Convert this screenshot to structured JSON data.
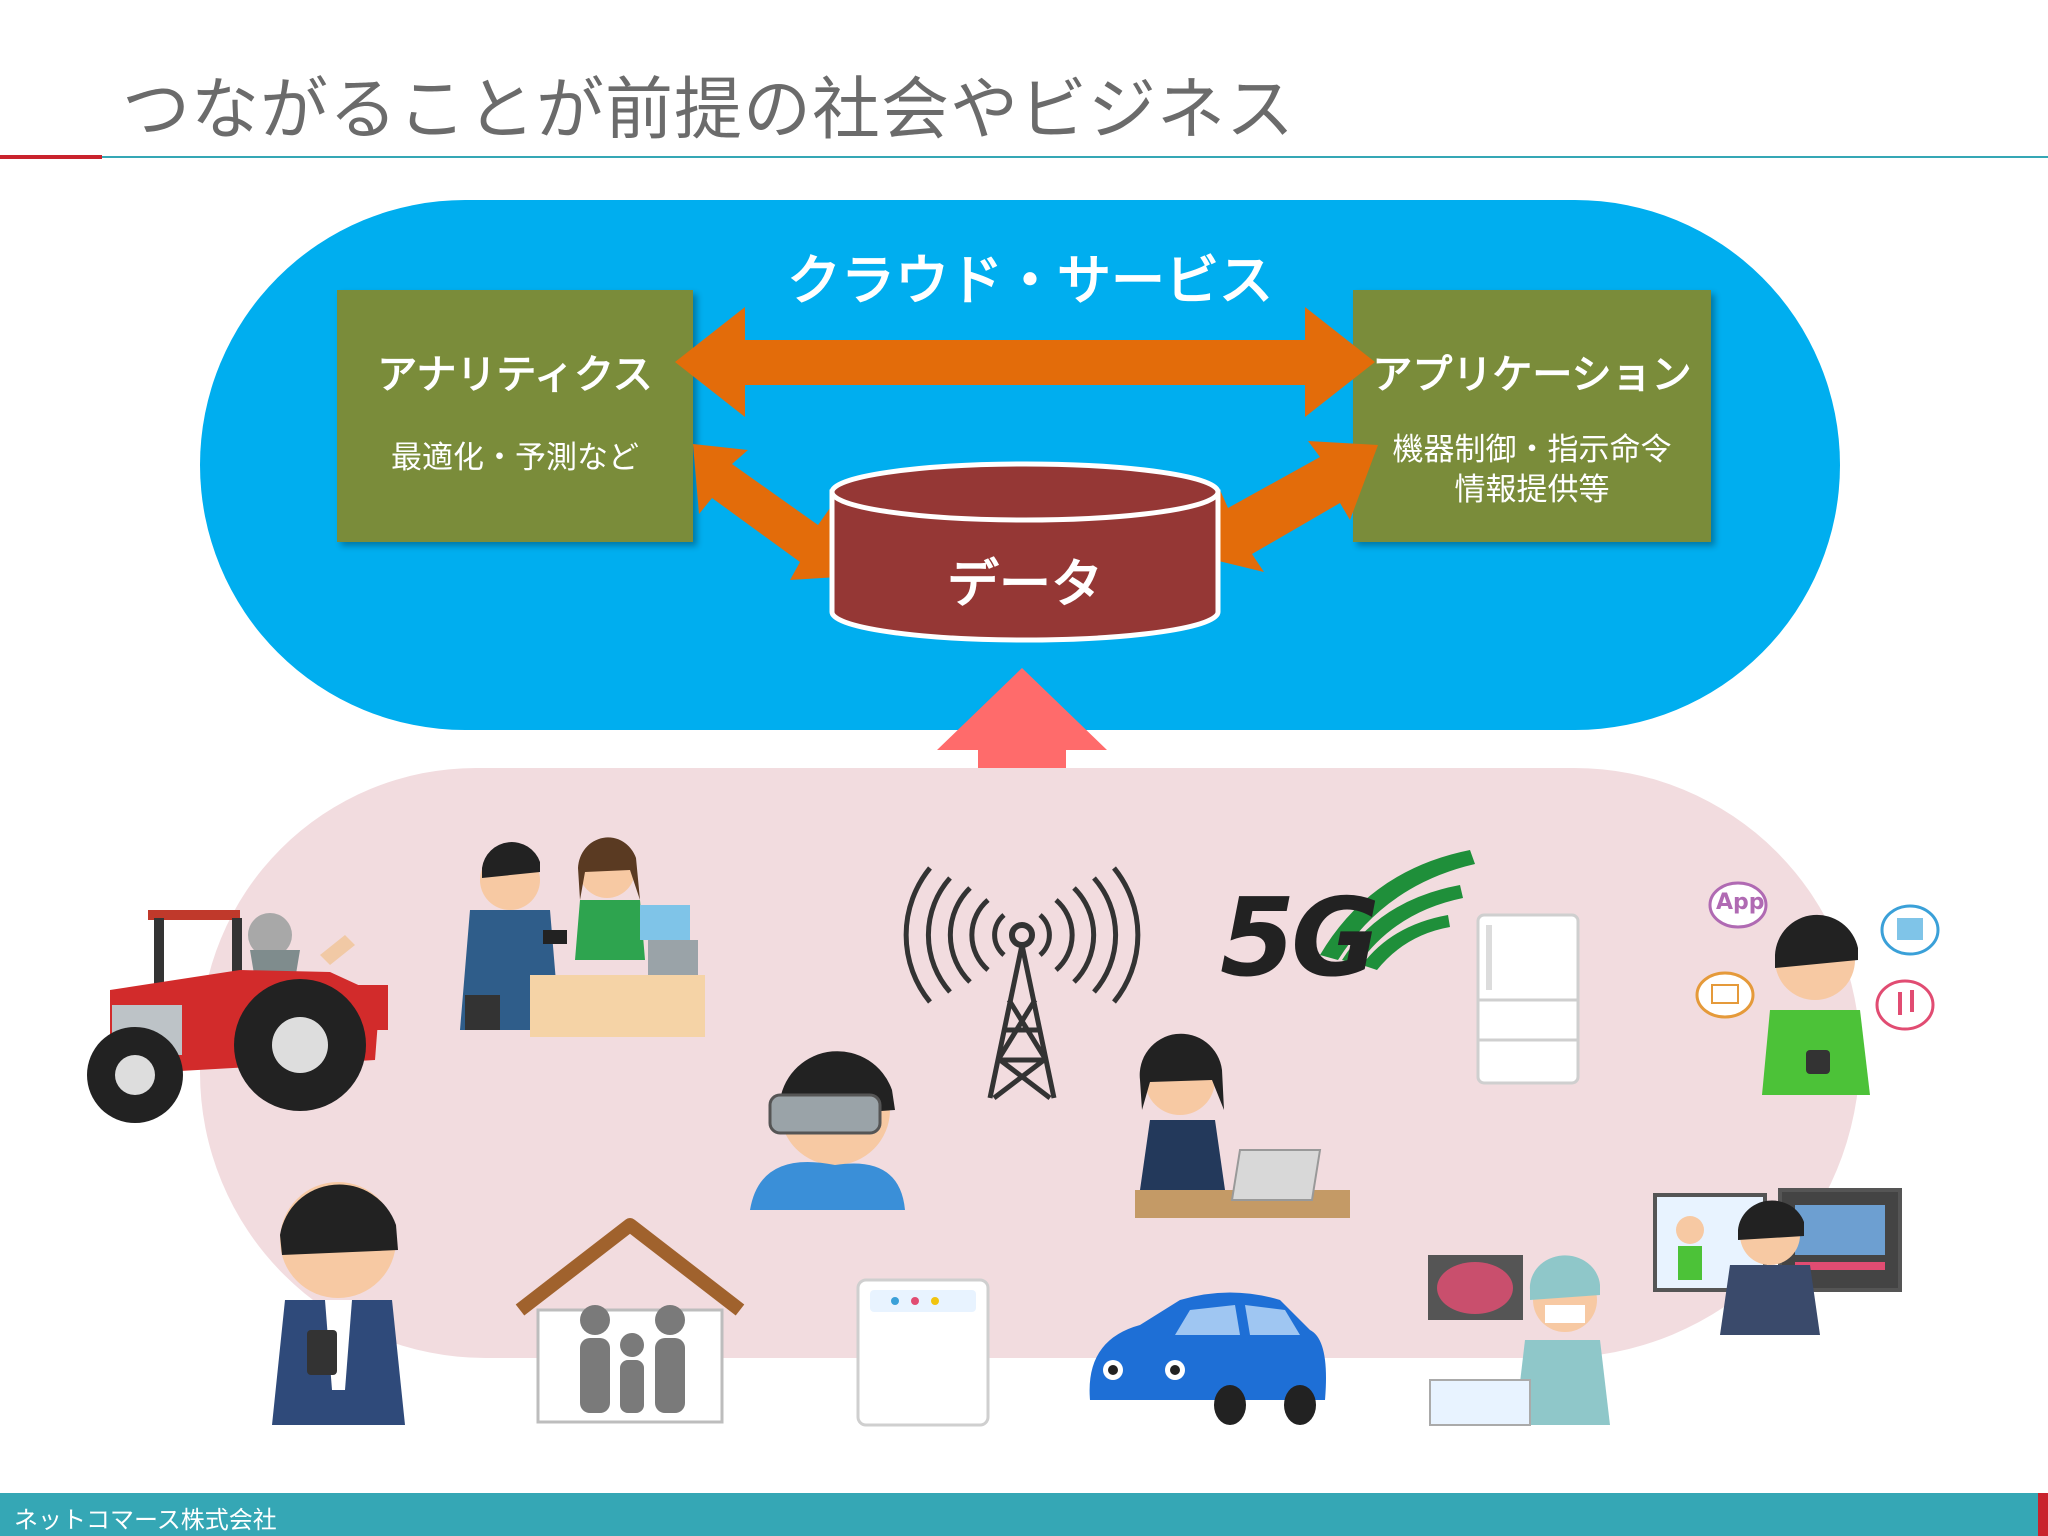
{
  "page": {
    "title": "つながることが前提の社会やビジネス",
    "footer": "ネットコマース株式会社"
  },
  "cloud": {
    "title": "クラウド・サービス",
    "left_box": {
      "title": "アナリティクス",
      "sub": "最適化・予測など"
    },
    "right_box": {
      "title": "アプリケーション",
      "sub_line1": "機器制御・指示命令",
      "sub_line2": "情報提供等"
    },
    "database": "データ"
  },
  "devices": {
    "network_label": "5G",
    "app_badge": "App"
  },
  "colors": {
    "cloud": "#00aeef",
    "box": "#7a8c3a",
    "arrow": "#e36c0a",
    "database": "#953735",
    "link_arrow": "#ff6b6b",
    "devices_bg": "#f2dcdf",
    "accent_red": "#c9232d",
    "accent_teal": "#35a7b5"
  }
}
